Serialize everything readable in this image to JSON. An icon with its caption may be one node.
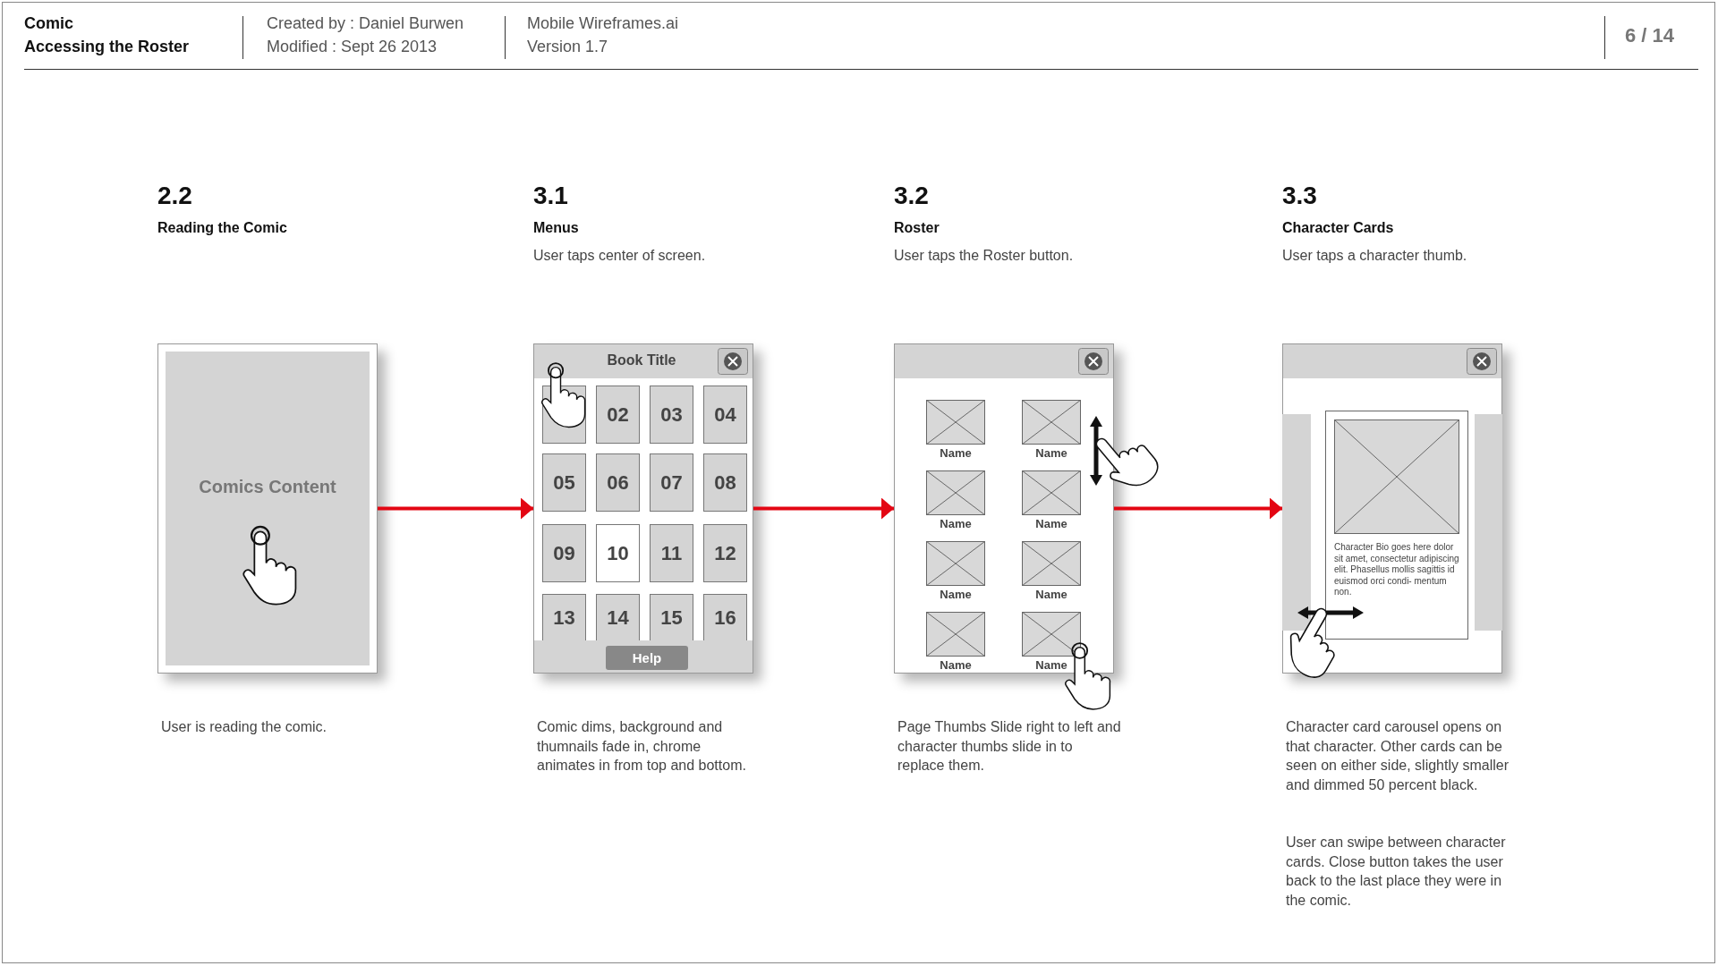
{
  "diagram": {
    "nodes": [
      {
        "text": [
          "Comics Content"
        ],
        "beside": [
          "2.2",
          "Reading the Comic",
          "User is reading the comic."
        ]
      },
      {
        "text": [
          "Book Title"
        ],
        "beside": [
          "3.1",
          "Menus",
          "User taps center of screen.",
          "Comic dims, background and thumnails fade in, chrome animates in from top and bottom."
        ]
      },
      {
        "text": [],
        "shape": "box",
        "in": 1
      },
      {
        "text": [
          "02"
        ],
        "in": 1
      },
      {
        "text": [
          "03"
        ],
        "in": 1
      },
      {
        "text": [
          "04"
        ],
        "in": 1
      },
      {
        "text": [
          "05"
        ],
        "in": 1
      },
      {
        "text": [
          "06"
        ],
        "in": 1
      },
      {
        "text": [
          "07"
        ],
        "in": 1
      },
      {
        "text": [
          "08"
        ],
        "in": 1
      },
      {
        "text": [
          "09"
        ],
        "in": 1
      },
      {
        "text": [
          "10"
        ],
        "in": 1
      },
      {
        "text": [
          "11"
        ],
        "in": 1
      },
      {
        "text": [
          "12"
        ],
        "in": 1
      },
      {
        "text": [
          "13"
        ],
        "in": 1
      },
      {
        "text": [
          "14"
        ],
        "in": 1
      },
      {
        "text": [
          "15"
        ],
        "in": 1
      },
      {
        "text": [
          "16"
        ],
        "in": 1
      },
      {
        "text": [
          "Help"
        ],
        "in": 1
      },
      {
        "text": [],
        "shape": "box",
        "beside": [
          "3.2",
          "Roster",
          "User taps the Roster button.",
          "Page Thumbs Slide right to left and character thumbs slide in to replace them."
        ]
      },
      {
        "text": [
          "Name"
        ],
        "in": 19
      },
      {
        "text": [
          "Name"
        ],
        "in": 19
      },
      {
        "text": [
          "Name"
        ],
        "in": 19
      },
      {
        "text": [
          "Name"
        ],
        "in": 19
      },
      {
        "text": [
          "Name"
        ],
        "in": 19
      },
      {
        "text": [
          "Name"
        ],
        "in": 19
      },
      {
        "text": [
          "Name"
        ],
        "in": 19
      },
      {
        "text": [
          "Name"
        ],
        "in": 19
      },
      {
        "text": [],
        "shape": "box",
        "beside": [
          "3.3",
          "Character Cards",
          "User taps a character thumb.",
          "Character card carousel opens on that character. Other cards can be seen on either side, slightly smaller and dimmed 50 percent black.",
          "User can swipe between character cards. Close button takes the user back to the last place they were in the comic."
        ]
      },
      {
        "text": [],
        "shape": "bar",
        "in": 28
      },
      {
        "text": [
          "Character Bio goes here dolor sit amet, consectetur adipiscing elit. Phasellus mollis sagittis id euismod orci condi- mentum non."
        ],
        "in": 28
      },
      {
        "text": [],
        "shape": "bar",
        "in": 28
      }
    ],
    "edges": [
      {
        "from": 0,
        "to": 1,
        "arrow": "to"
      },
      {
        "from": 1,
        "to": 19,
        "arrow": "to"
      },
      {
        "from": 19,
        "to": 28,
        "arrow": "to"
      }
    ],
    "labels": [
      "Comic",
      "Accessing the Roster",
      "Created by : Daniel Burwen",
      "Modified : Sept 26 2013",
      "Mobile Wireframes.ai",
      "Version 1.7",
      "6 / 14"
    ]
  }
}
